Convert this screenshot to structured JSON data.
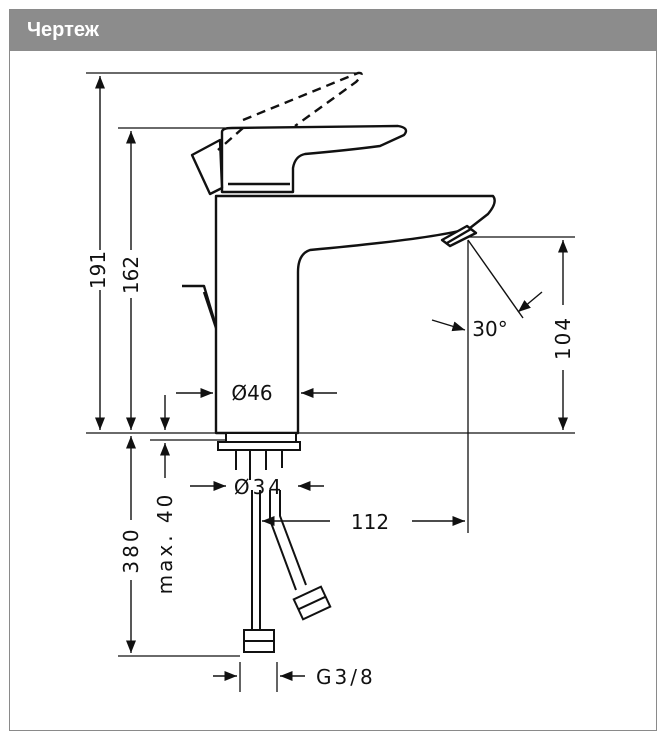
{
  "header": {
    "title": "Чертеж",
    "background": "#8c8c8c",
    "text_color": "#ffffff"
  },
  "dimensions": {
    "height_total": "191",
    "height_body": "162",
    "spout_height": "104",
    "angle": "30°",
    "base_diameter": "Ø46",
    "shank_diameter": "Ø34",
    "max_thickness": "max. 40",
    "hose_length": "380",
    "projection": "112",
    "thread": "G3/8"
  }
}
